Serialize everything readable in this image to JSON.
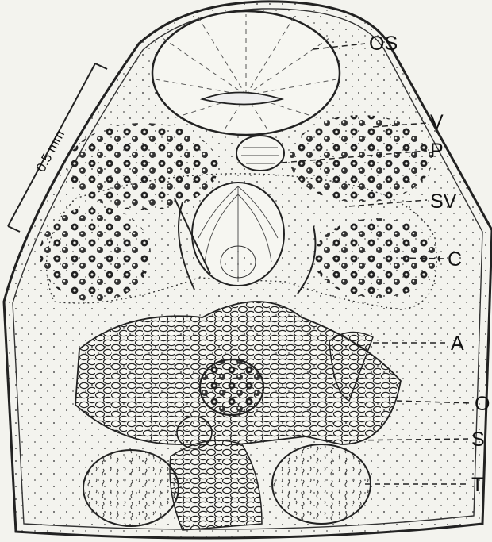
{
  "figure": {
    "scale_bar_label": "0.5 mm",
    "labels": [
      {
        "id": "os",
        "text": "OS"
      },
      {
        "id": "v",
        "text": "V"
      },
      {
        "id": "p",
        "text": "P"
      },
      {
        "id": "sv",
        "text": "SV"
      },
      {
        "id": "c",
        "text": "C"
      },
      {
        "id": "a",
        "text": "A"
      },
      {
        "id": "o",
        "text": "O"
      },
      {
        "id": "s",
        "text": "S"
      },
      {
        "id": "t",
        "text": "T"
      }
    ]
  }
}
